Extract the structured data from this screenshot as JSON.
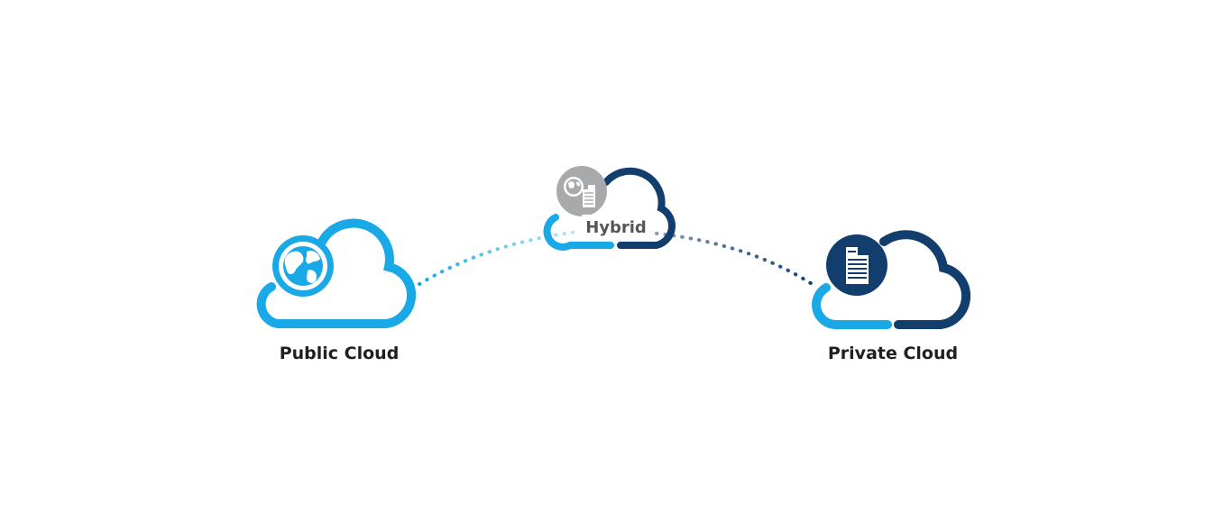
{
  "colors": {
    "public_blue": "#18a9e6",
    "private_navy": "#123e6e",
    "hybrid_gray": "#a8a9ab",
    "label_dark": "#1f1f1f",
    "hybrid_label": "#555659",
    "background": "#ffffff"
  },
  "nodes": {
    "public": {
      "label": "Public Cloud",
      "icon": "globe-icon"
    },
    "hybrid": {
      "label": "Hybrid",
      "icon": "globe-building-icon"
    },
    "private": {
      "label": "Private Cloud",
      "icon": "building-icon"
    }
  },
  "connections": [
    {
      "from": "public",
      "to": "hybrid",
      "style": "dotted",
      "color": "#18a9e6"
    },
    {
      "from": "hybrid",
      "to": "private",
      "style": "dotted",
      "color": "#123e6e"
    }
  ]
}
